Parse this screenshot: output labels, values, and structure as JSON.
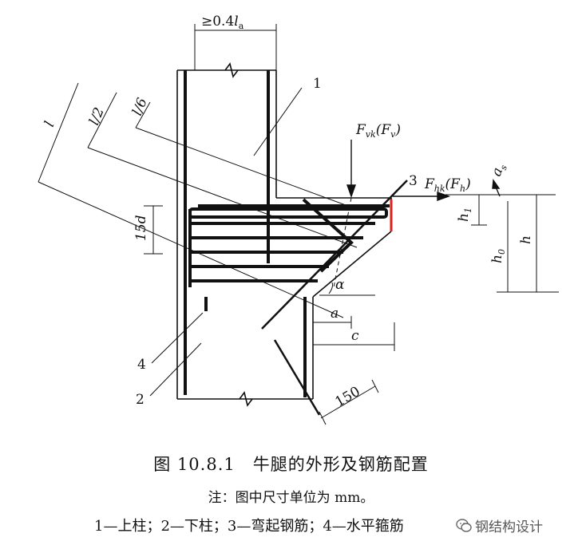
{
  "figure": {
    "title": "图 10.8.1　牛腿的外形及钢筋配置",
    "note": "注：图中尺寸单位为 mm。",
    "legend": "1—上柱；2—下柱；3—弯起钢筋；4—水平箍筋"
  },
  "labels": {
    "upper_column": "1",
    "lower_column": "2",
    "bent_bar": "3",
    "horizontal_stirrup": "4",
    "anchorage": "≥0.4",
    "anchorage_sym": "l",
    "anchorage_sub": "a",
    "length_l": "l",
    "length_half": "l/2",
    "length_sixth": "l/6",
    "spacing_15d": "15d",
    "force_v": "F",
    "force_v_sub": "vk",
    "force_v_alt": "(F",
    "force_v_alt_sub": "v",
    "force_h": "F",
    "force_h_sub": "hk",
    "force_h_alt": "(F",
    "force_h_alt_sub": "h",
    "close_paren": ")",
    "a_s": "a",
    "a_s_sub": "s",
    "h1": "h",
    "h1_sub": "1",
    "h0": "h",
    "h0_sub": "0",
    "h": "h",
    "alpha": "α",
    "a": "a",
    "c": "c",
    "dim_150": "150"
  },
  "colors": {
    "line": "#111111",
    "highlight": "#e0201c"
  },
  "watermark": {
    "icon": "wechat-icon",
    "text": "钢结构设计"
  }
}
